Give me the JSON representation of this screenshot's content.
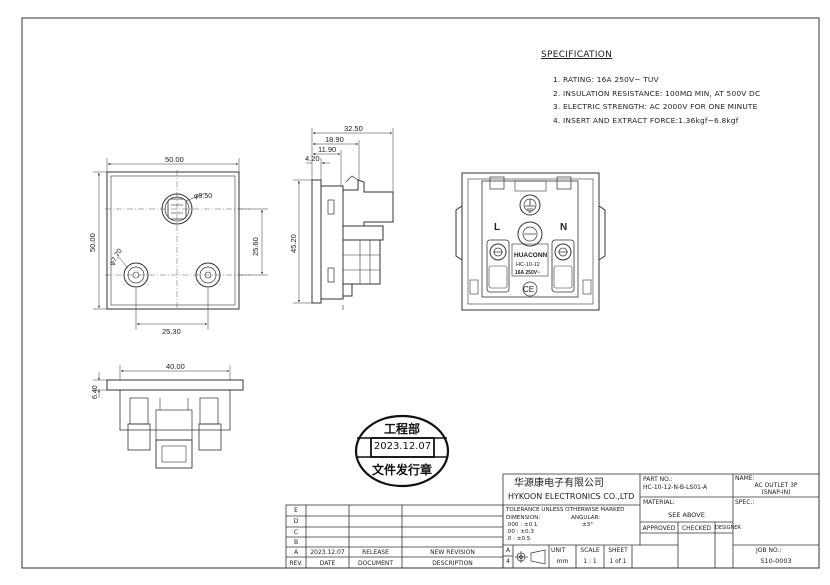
{
  "drawing": {
    "dims": {
      "front_width": "50.00",
      "front_height": "50.00",
      "hole_dia": "φ9.50",
      "pin_dia": "φ7.70",
      "pin_vspacing": "25.60",
      "pin_hspacing": "25.30",
      "side_depth": "32.50",
      "side_d1": "18.90",
      "side_d2": "11.90",
      "side_d3": "4.20",
      "side_height": "45.20",
      "bottom_width": "40.00",
      "bottom_height": "6.40"
    },
    "rear": {
      "label_l": "L",
      "label_n": "N",
      "brand": "HUACONN",
      "model": "HC-10-12",
      "rating": "16A 250V~",
      "mark": "CE"
    }
  },
  "specification": {
    "title": "SPECIFICATION",
    "items": [
      "1. RATING: 16A 250V~   TUV",
      "2. INSULATION RESISTANCE: 100MΩ MIN, AT 500V DC",
      "3. ELECTRIC STRENGTH: AC 2000V FOR ONE MINUTE",
      "4. INSERT AND EXTRACT FORCE:1.36kgf~6.8kgf"
    ]
  },
  "stamp": {
    "dept": "工程部",
    "date": "2023.12.07",
    "purpose": "文件发行章"
  },
  "title_block": {
    "company_cn": "华源康电子有限公司",
    "company_en": "HYKOON ELECTRONICS CO.,LTD",
    "part_no_label": "PART NO.:",
    "part_no": "HC-10-12-N-B-LS01-A",
    "name_label": "NAME:",
    "name_line1": "AC OUTLET 3P",
    "name_line2": "(SNAP-IN)",
    "material_label": "MATERIAL:",
    "material": "SEE ABOVE",
    "spec_label": "SPEC.:",
    "tolerance_title": "TOLERANCE UNLESS OTHERWISE MARKED",
    "dimension_label": "DIMENSION:",
    "angular_label": "ANGULAR:",
    "tol_rows": [
      ".000  :  ±0.1",
      ".00    :  ±0.3",
      ".0      :  ±0.5"
    ],
    "angular_value": "±3°",
    "approved": "APPROVED",
    "checked": "CHECKED",
    "designer": "DESIGNER",
    "job_label": "JOB NO.:",
    "job_no": "S10-0003",
    "unit_label": "UNIT",
    "unit": "mm",
    "scale_label": "SCALE",
    "scale": "1 : 1",
    "sheet_label": "SHEET",
    "sheet": "1 of 1",
    "size_a": "A",
    "size_4": "4"
  },
  "revisions": {
    "letters": [
      "E",
      "D",
      "C",
      "B",
      "A"
    ],
    "a_date": "2023.12.07",
    "a_document": "RELEASE",
    "a_description": "NEW REVISION",
    "headers": {
      "rev": "REV.",
      "date": "DATE",
      "document": "DOCUMENT",
      "description": "DESCRIPTION"
    }
  }
}
